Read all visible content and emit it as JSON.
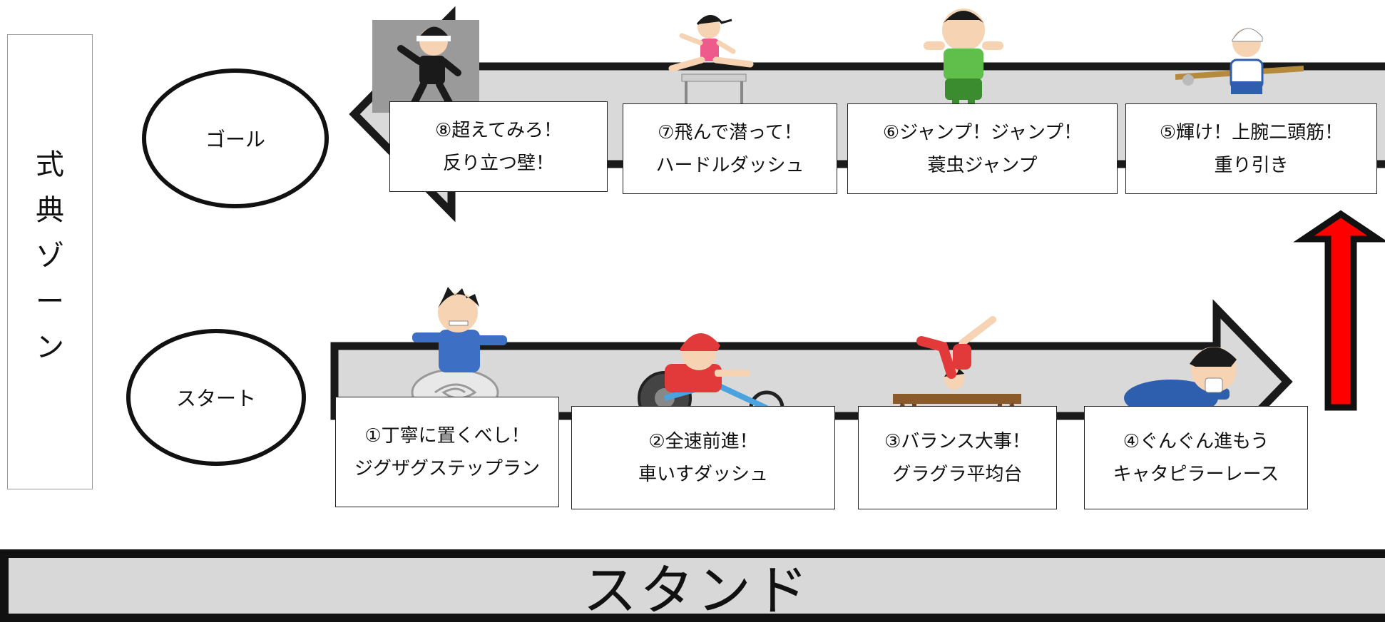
{
  "zone_label": [
    "式",
    "典",
    "ゾ",
    "ー",
    "ン"
  ],
  "goal_label": "ゴール",
  "start_label": "スタート",
  "stand_label": "スタンド",
  "colors": {
    "track_fill": "#d9d9d9",
    "track_border": "#1a1a1a",
    "up_arrow": "#ff0000"
  },
  "stations": [
    {
      "line1": "①丁寧に置くべし！",
      "line2": "ジグザグステップラン",
      "icon": "paper-roll-runner-icon"
    },
    {
      "line1": "②全速前進！",
      "line2": "車いすダッシュ",
      "icon": "wheelchair-racer-icon"
    },
    {
      "line1": "③バランス大事！",
      "line2": "グラグラ平均台",
      "icon": "balance-beam-gymnast-icon"
    },
    {
      "line1": "④ぐんぐん進もう",
      "line2": "キャタピラーレース",
      "icon": "crawling-person-icon"
    },
    {
      "line1": "⑤輝け！上腕二頭筋！",
      "line2": "重り引き",
      "icon": "rope-pull-icon"
    },
    {
      "line1": "⑥ジャンプ！ジャンプ！",
      "line2": "蓑虫ジャンプ",
      "icon": "jumping-kid-icon"
    },
    {
      "line1": "⑦飛んで潜って！",
      "line2": "ハードルダッシュ",
      "icon": "hurdler-icon"
    },
    {
      "line1": "⑧超えてみろ！",
      "line2": "反り立つ壁！",
      "icon": "wall-climber-icon"
    }
  ]
}
